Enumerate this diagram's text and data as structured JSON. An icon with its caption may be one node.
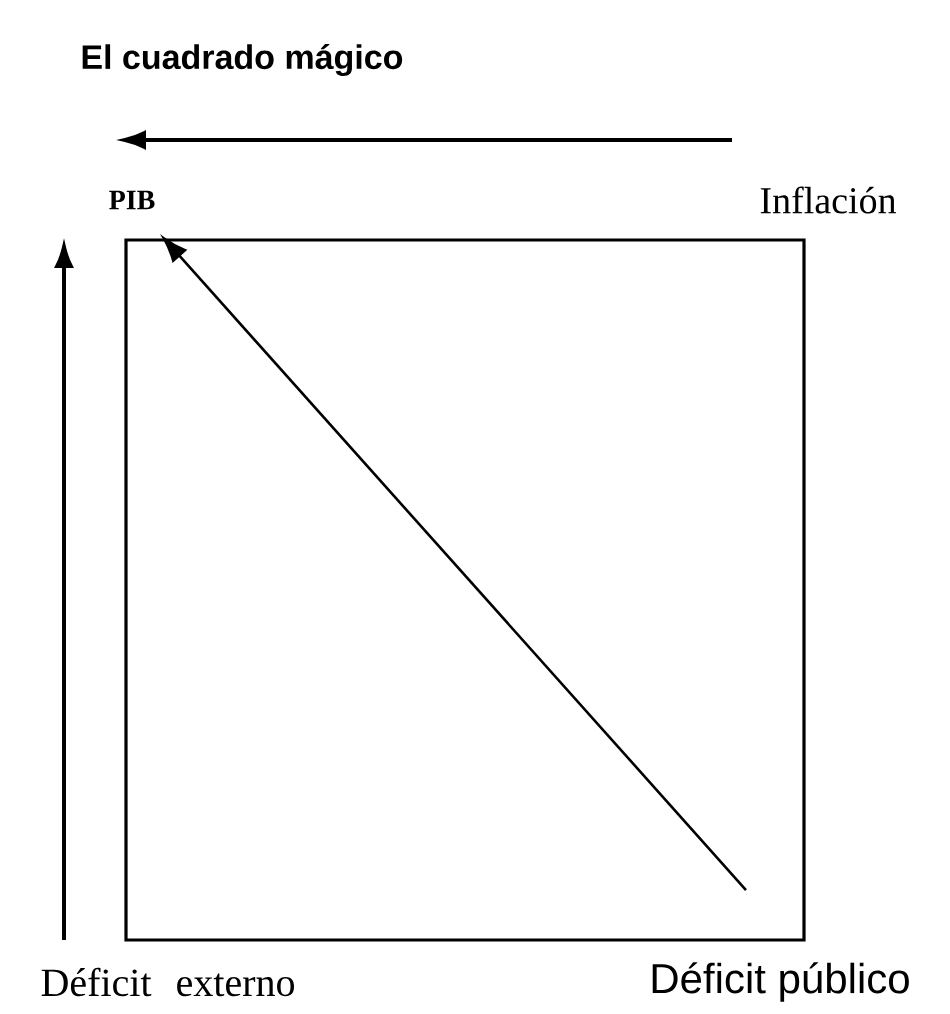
{
  "diagram": {
    "title": "El cuadrado mágico",
    "nodes": [
      {
        "text": [
          "PIB"
        ]
      },
      {
        "text": [
          "Inflación"
        ]
      },
      {
        "text": [
          "Déficit externo"
        ]
      },
      {
        "text": [
          "Déficit público"
        ]
      }
    ],
    "edges": [
      {
        "from": 1,
        "to": 0,
        "arrow": "to"
      },
      {
        "from": 2,
        "to": 0,
        "arrow": "to"
      },
      {
        "from": 3,
        "to": 0,
        "arrow": "to"
      }
    ]
  }
}
